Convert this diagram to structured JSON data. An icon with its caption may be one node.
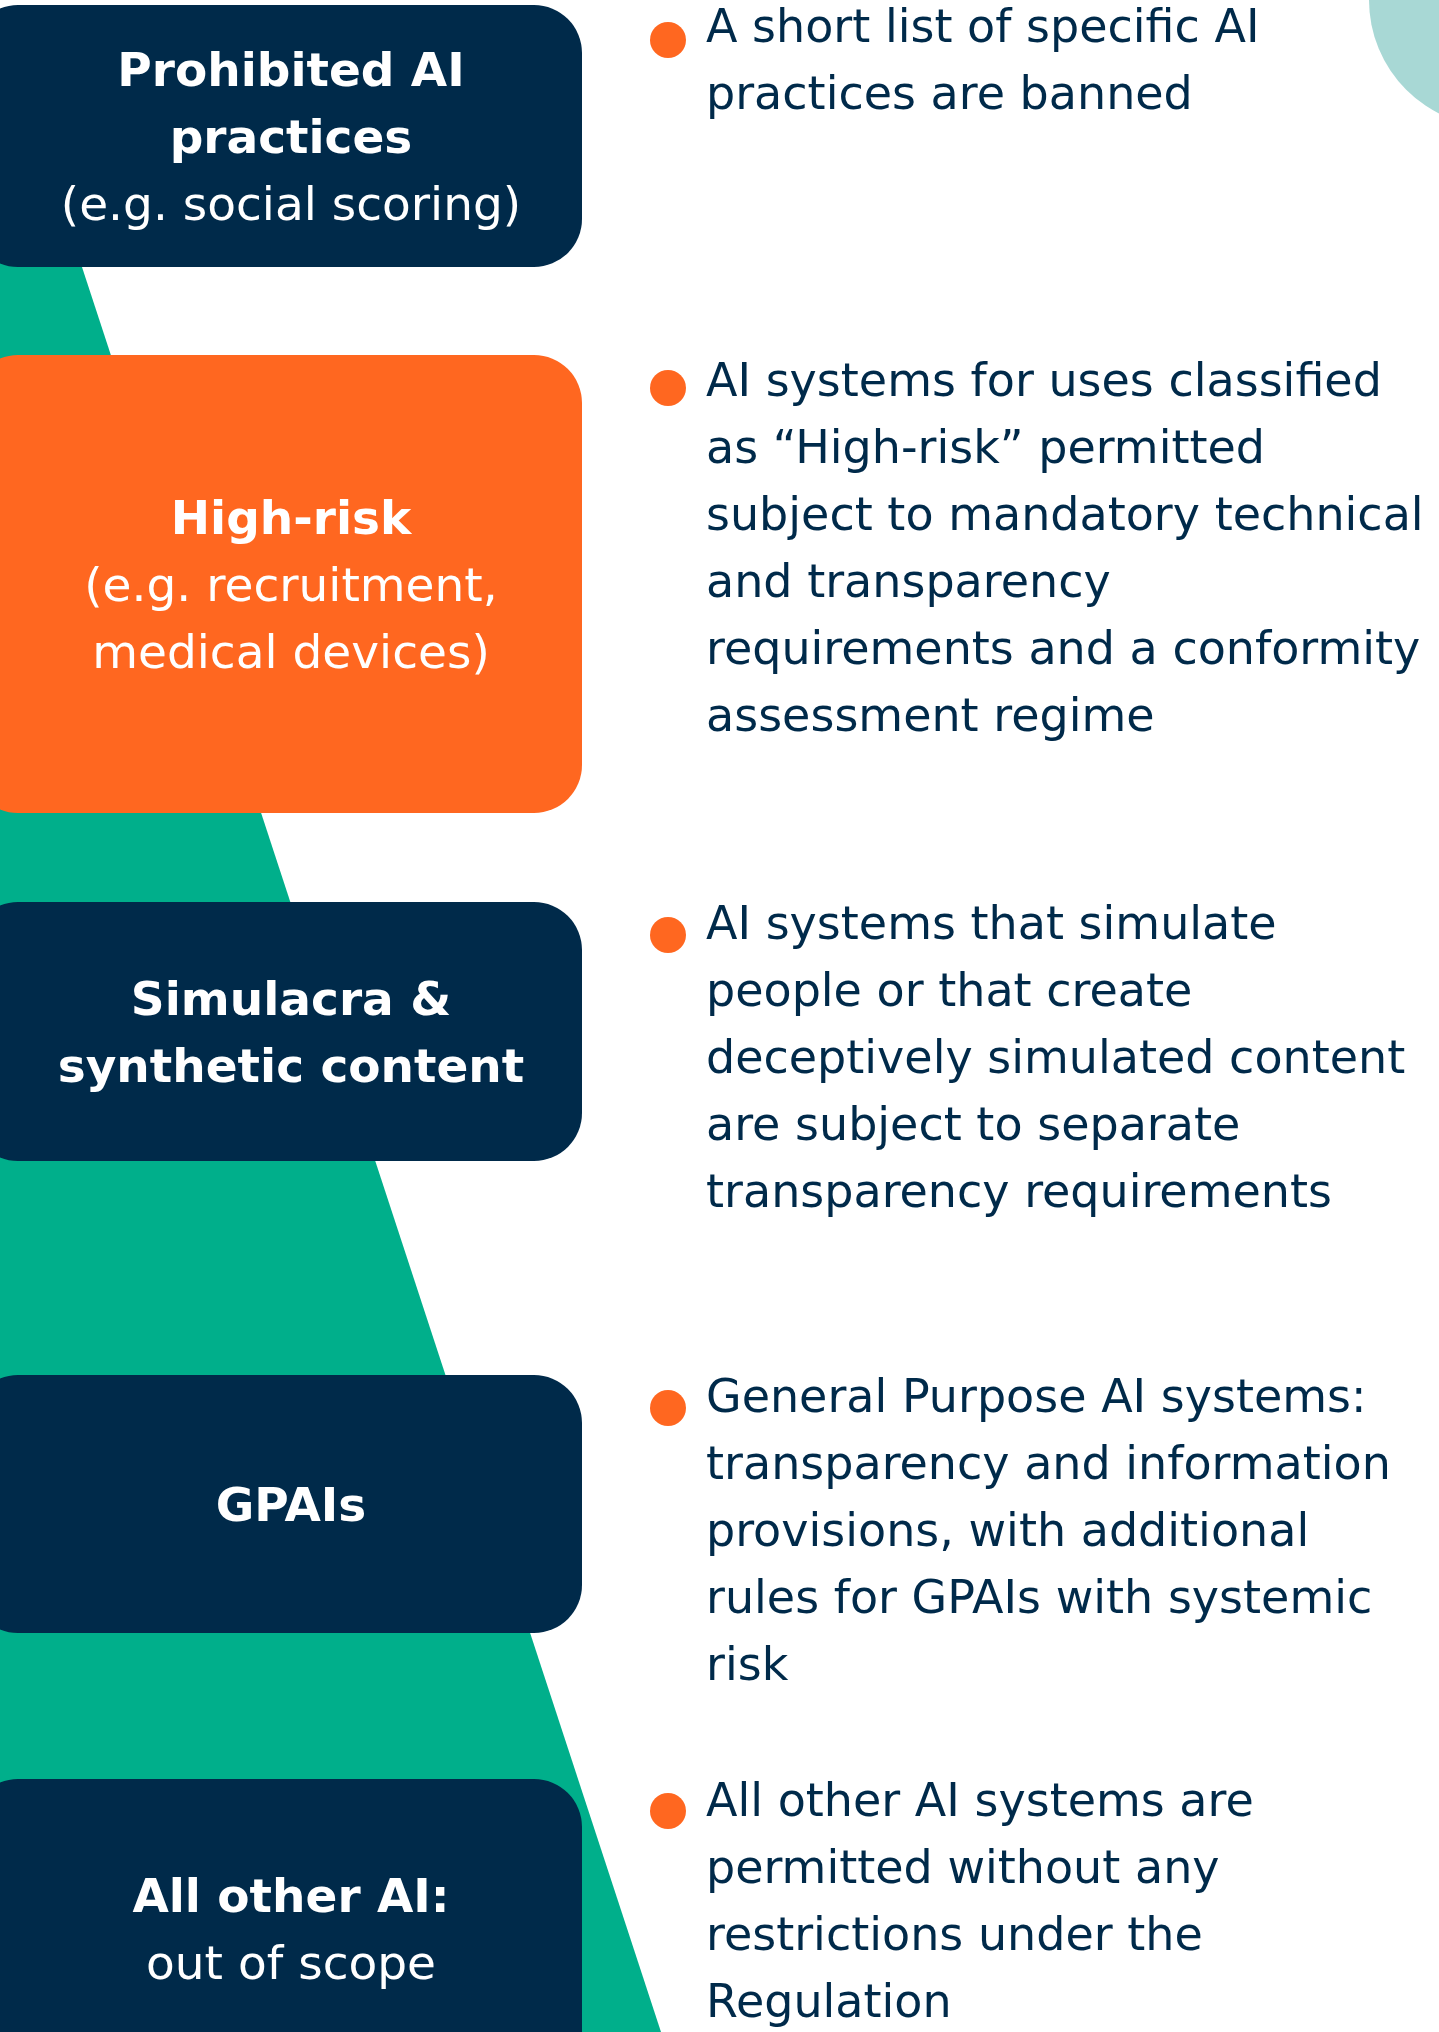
{
  "diagram": {
    "nodes": [
      {
        "text": [
          "Prohibited AI practices",
          "(e.g. social scoring)"
        ],
        "beside": [
          "A short list of specific AI practices are banned"
        ]
      },
      {
        "text": [
          "High-risk",
          "(e.g. recruitment, medical devices)"
        ],
        "beside": [
          "AI systems for uses classified as “High-risk” permitted subject to mandatory technical and transparency requirements and a conformity assessment regime"
        ]
      },
      {
        "text": [
          "Simulacra & synthetic content"
        ],
        "beside": [
          "AI systems that simulate people or that create deceptively simulated content are subject to separate transparency requirements"
        ]
      },
      {
        "text": [
          "GPAIs"
        ],
        "beside": [
          "General Purpose AI systems: transparency and information provisions, with additional rules for GPAIs with systemic risk"
        ]
      },
      {
        "text": [
          "All other AI:",
          "out of scope"
        ],
        "beside": [
          "All other AI systems are permitted without any restrictions under the Regulation"
        ]
      }
    ]
  }
}
